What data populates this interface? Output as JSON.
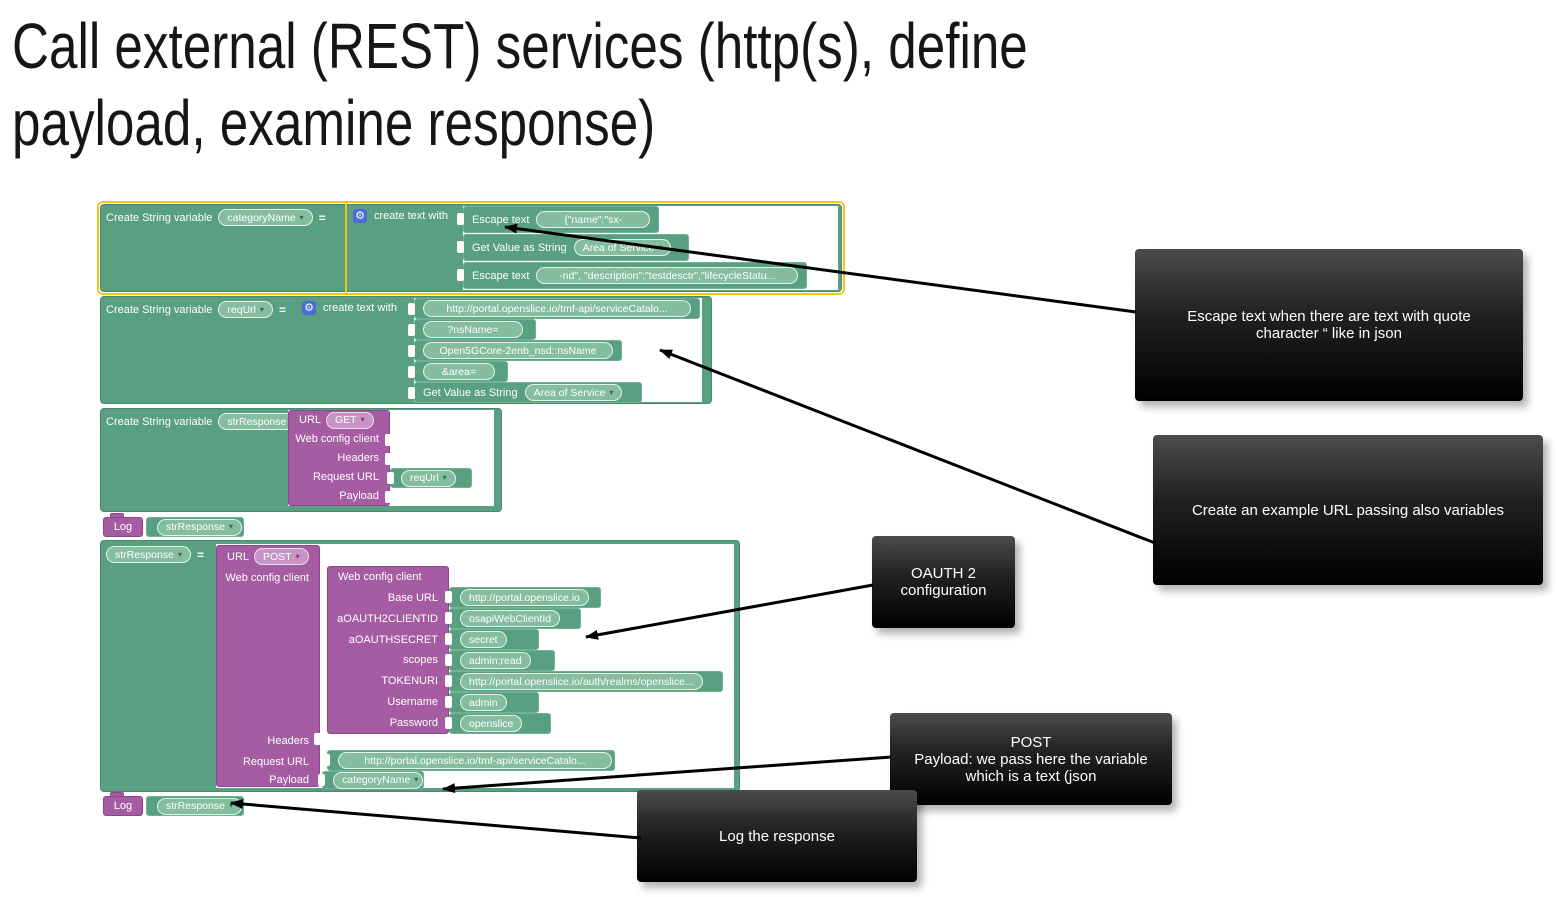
{
  "title": {
    "line1": "Call external (REST) services (http(s), define",
    "line2": "payload, examine response)"
  },
  "icons": {
    "dropdown": "▾",
    "gear": "⚙"
  },
  "labels": {
    "create_string_variable": "Create String variable",
    "create_text_with": "create text with",
    "eq": "=",
    "log": "Log"
  },
  "vars": {
    "categoryName": "categoryName",
    "reqUrl": "reqUrl",
    "strResponse": "strResponse"
  },
  "group1": {
    "rows": [
      {
        "label": "Escape text",
        "value": "{\"name\":\"sx-"
      },
      {
        "label": "Get Value as String",
        "value": "Area of Service"
      },
      {
        "label": "Escape text",
        "value": "-nd\", \"description\":\"testdesctr\",\"lifecycleStatu..."
      }
    ]
  },
  "group2": {
    "url_part": "http://portal.openslice.io/tmf-api/serviceCatalo...",
    "query1": "?nsName=",
    "ns_value": "Open5GCore-2enb_nsd::nsName",
    "query2": "&area=",
    "get_value_label": "Get Value as String",
    "get_value_pill": "Area of Service"
  },
  "url_block": {
    "url": "URL",
    "get": "GET",
    "post": "POST",
    "web_config_client": "Web config client",
    "headers": "Headers",
    "request_url": "Request URL",
    "payload": "Payload"
  },
  "web_config": {
    "title": "Web config client",
    "rows": [
      {
        "label": "Base URL",
        "value": "http://portal.openslice.io"
      },
      {
        "label": "aOAUTH2CLIENTID",
        "value": "osapiWebClientId"
      },
      {
        "label": "aOAUTHSECRET",
        "value": "secret"
      },
      {
        "label": "scopes",
        "value": "admin;read"
      },
      {
        "label": "TOKENURI",
        "value": "http://portal.openslice.io/auth/realms/openslice..."
      },
      {
        "label": "Username",
        "value": "admin"
      },
      {
        "label": "Password",
        "value": "openslice"
      }
    ]
  },
  "group4": {
    "request_url_value": "http://portal.openslice.io/tmf-api/serviceCatalo..."
  },
  "callouts": {
    "escape": "Escape text when there are text with quote character “ like in json",
    "url": "Create an example URL passing also variables",
    "oauth_line1": "OAUTH 2",
    "oauth_line2": "configuration",
    "post_title": "POST",
    "post_body": "Payload: we pass here the variable which is a text (json",
    "log": "Log the response"
  },
  "colors": {
    "teal": "#58a081",
    "purple": "#a55ca2",
    "selection_yellow": "#f3c517",
    "gear_blue": "#4a6cd4"
  }
}
